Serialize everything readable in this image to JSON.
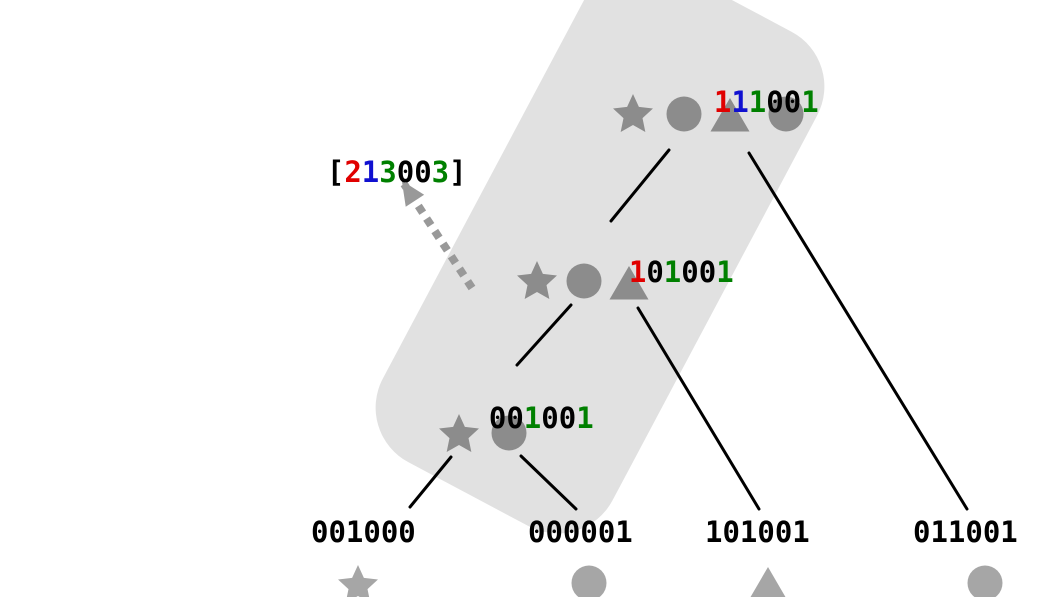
{
  "palette": {
    "black": "#000000",
    "red": "#e00000",
    "blue": "#1010d0",
    "green": "#008000",
    "shape_gray": "#8c8c8c",
    "leaf_shape_gray": "#a6a6a6",
    "highlight_gray": "#e1e1e1",
    "arrow_gray": "#999999",
    "edge_black": "#000000",
    "background": "#ffffff"
  },
  "summary": {
    "text": "[213003]",
    "chars": [
      {
        "ch": "[",
        "color": "black"
      },
      {
        "ch": "2",
        "color": "red"
      },
      {
        "ch": "1",
        "color": "blue"
      },
      {
        "ch": "3",
        "color": "green"
      },
      {
        "ch": "0",
        "color": "black"
      },
      {
        "ch": "0",
        "color": "black"
      },
      {
        "ch": "3",
        "color": "green"
      },
      {
        "ch": "]",
        "color": "black"
      }
    ]
  },
  "arrow": {
    "icon": "dashed-arrow-icon",
    "style": "dashed",
    "direction": "up-left"
  },
  "highlight": {
    "description": "rotated rounded rectangle grouping the three internal nodes"
  },
  "internal_nodes": [
    {
      "name": "111001",
      "chars": [
        {
          "ch": "1",
          "color": "red"
        },
        {
          "ch": "1",
          "color": "blue"
        },
        {
          "ch": "1",
          "color": "green"
        },
        {
          "ch": "0",
          "color": "black"
        },
        {
          "ch": "0",
          "color": "black"
        },
        {
          "ch": "1",
          "color": "green"
        }
      ],
      "shapes": [
        "star",
        "circle",
        "triangle",
        "circle"
      ]
    },
    {
      "name": "101001",
      "chars": [
        {
          "ch": "1",
          "color": "red"
        },
        {
          "ch": "0",
          "color": "black"
        },
        {
          "ch": "1",
          "color": "green"
        },
        {
          "ch": "0",
          "color": "black"
        },
        {
          "ch": "0",
          "color": "black"
        },
        {
          "ch": "1",
          "color": "green"
        }
      ],
      "shapes": [
        "star",
        "circle",
        "triangle"
      ]
    },
    {
      "name": "001001",
      "chars": [
        {
          "ch": "0",
          "color": "black"
        },
        {
          "ch": "0",
          "color": "black"
        },
        {
          "ch": "1",
          "color": "green"
        },
        {
          "ch": "0",
          "color": "black"
        },
        {
          "ch": "0",
          "color": "black"
        },
        {
          "ch": "1",
          "color": "green"
        }
      ],
      "shapes": [
        "star",
        "circle"
      ]
    }
  ],
  "leaves": [
    {
      "label": "001000",
      "shape": "star"
    },
    {
      "label": "000001",
      "shape": "circle"
    },
    {
      "label": "101001",
      "shape": "triangle"
    },
    {
      "label": "011001",
      "shape": "circle"
    }
  ]
}
